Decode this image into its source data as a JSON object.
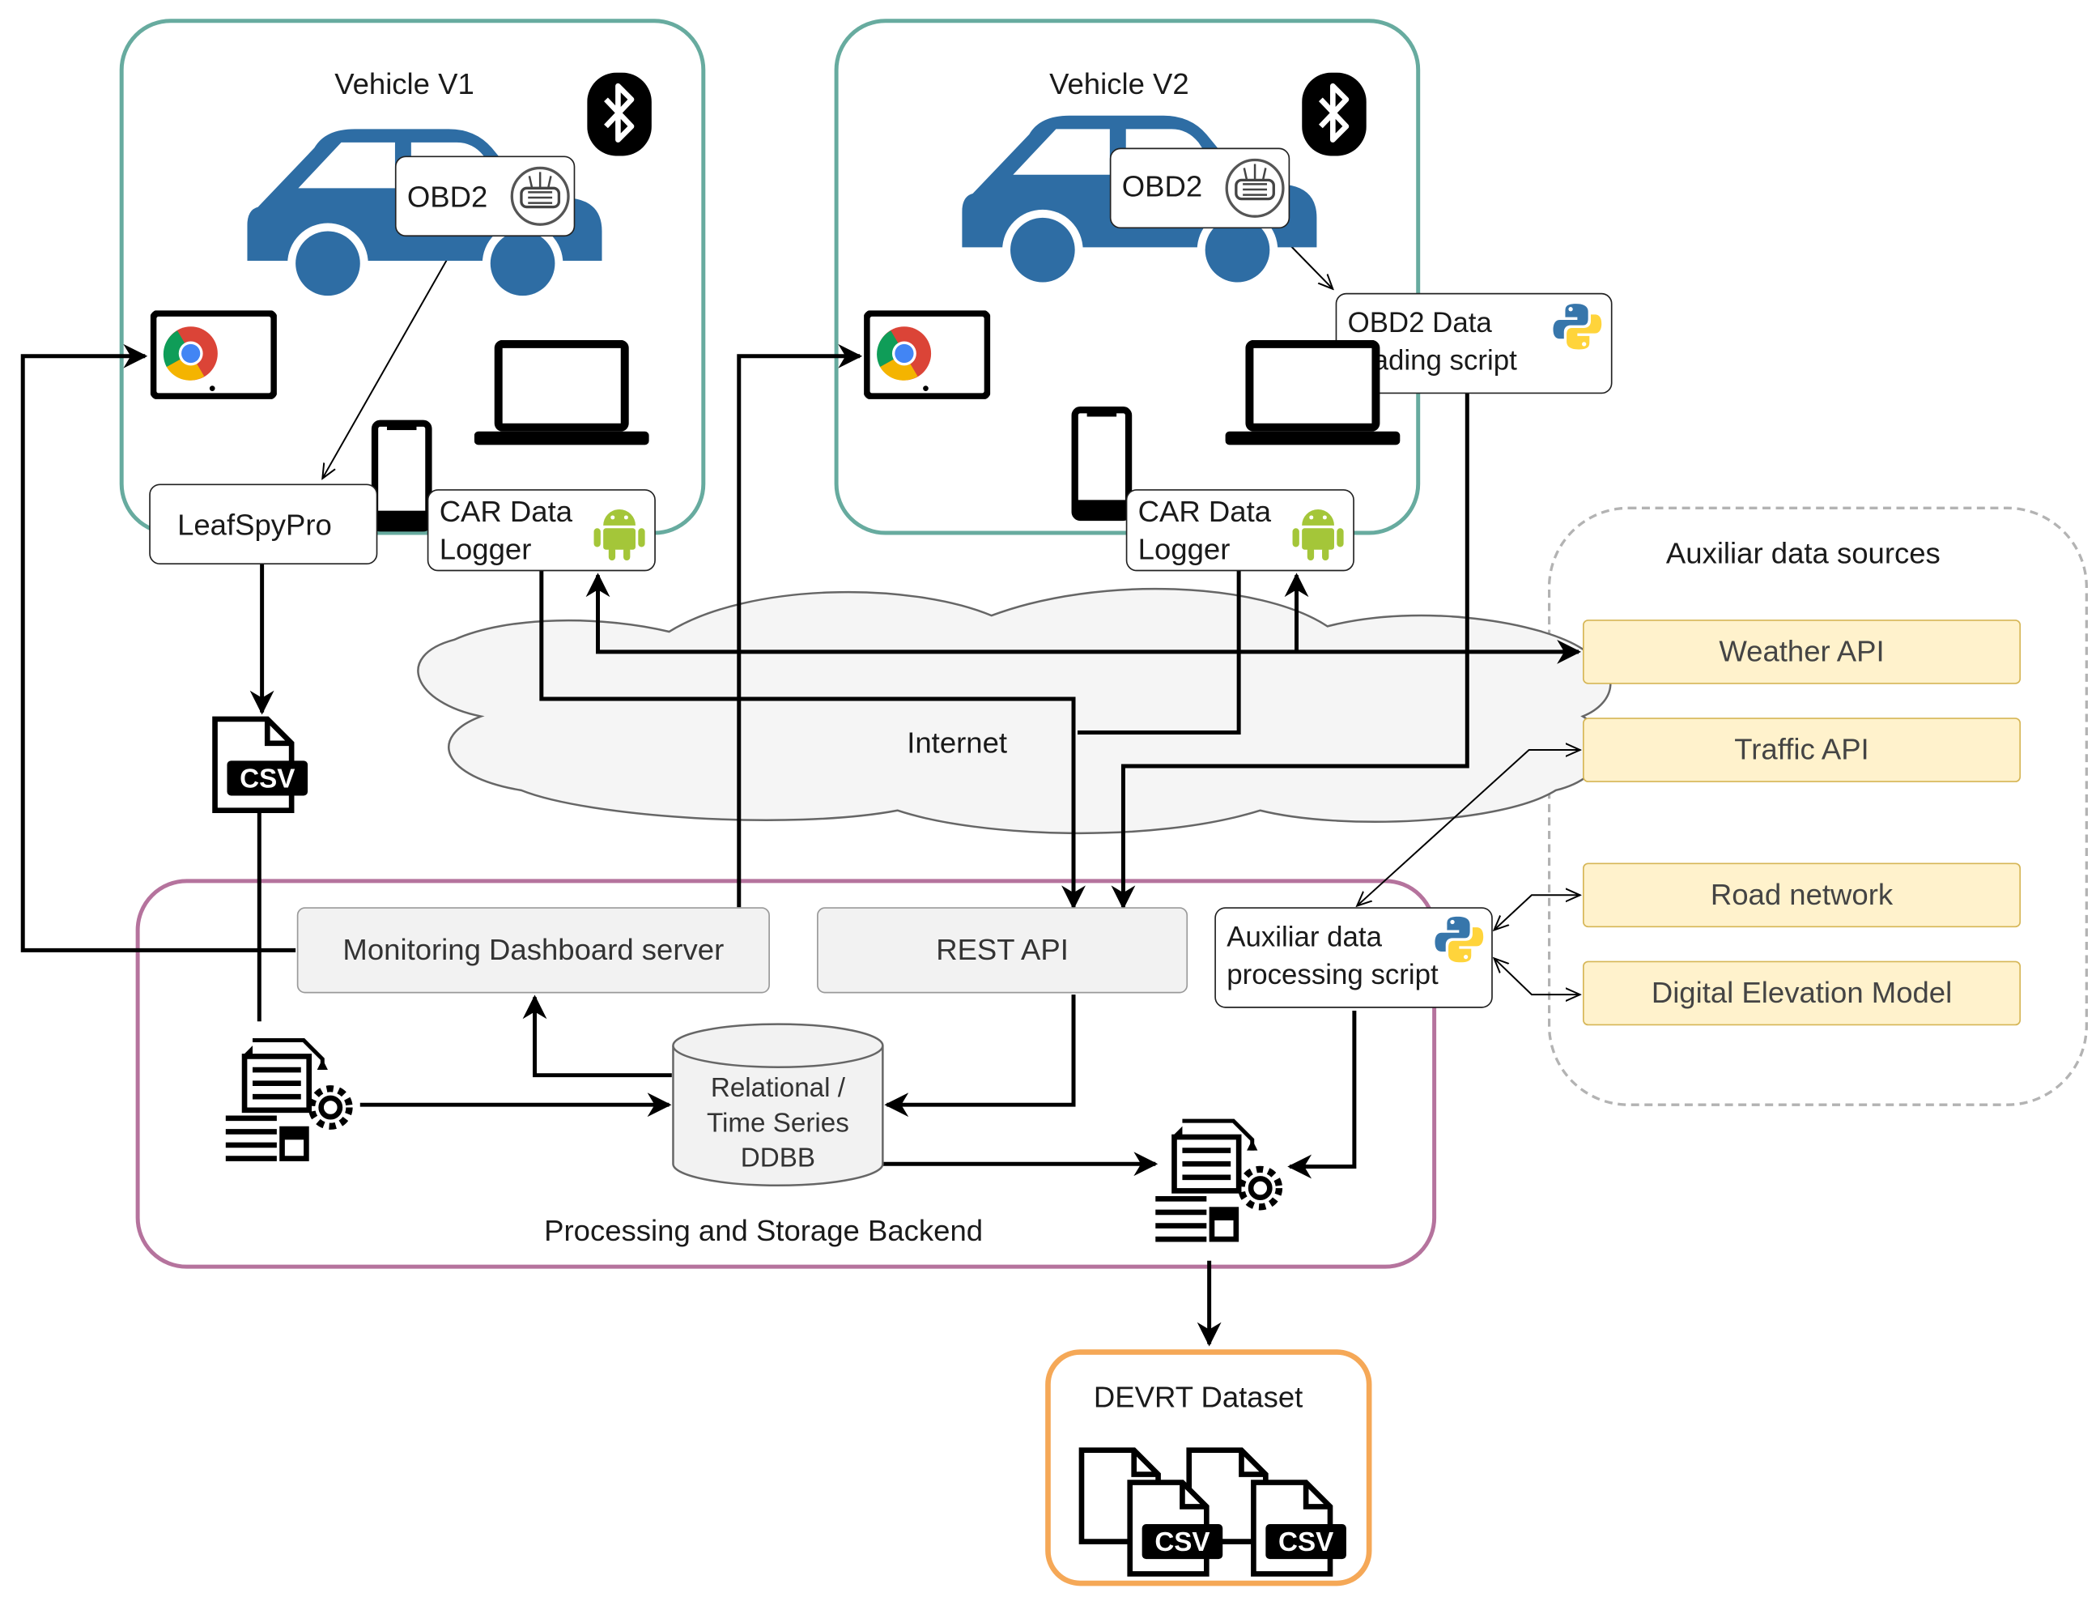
{
  "vehicle_v1": {
    "title": "Vehicle V1",
    "obd_label": "OBD2",
    "app_label": "LeafSpyPro",
    "logger_label": "CAR Data\nLogger"
  },
  "vehicle_v2": {
    "title": "Vehicle V2",
    "obd_label": "OBD2",
    "script_label": "OBD2 Data\nreading script",
    "logger_label": "CAR Data\nLogger"
  },
  "cloud": {
    "label": "Internet"
  },
  "backend": {
    "title": "Processing and Storage Backend",
    "dashboard_label": "Monitoring Dashboard server",
    "api_label": "REST API",
    "db_label": "Relational /\nTime Series\nDDBB",
    "aux_script_label": "Auxiliar data\nprocessing script"
  },
  "aux_sources": {
    "title": "Auxiliar data sources",
    "items": [
      "Weather API",
      "Traffic API",
      "Road network",
      "Digital Elevation Model"
    ]
  },
  "dataset": {
    "title": "DEVRT Dataset"
  },
  "csv_label": "CSV",
  "icons": [
    "bluetooth-icon",
    "car-icon",
    "obd-connector-icon",
    "tablet-chrome-icon",
    "laptop-icon",
    "phone-icon",
    "android-icon",
    "python-icon",
    "csv-file-icon",
    "etl-process-icon",
    "database-icon",
    "cloud-icon"
  ],
  "colors": {
    "vehicle_border": "#67ab9f",
    "backend_border": "#b5739d",
    "aux_border": "#b3b3b3",
    "dataset_border": "#f5a857",
    "car_blue": "#2e6da4",
    "aux_fill": "#fff2cc",
    "aux_stroke": "#d6b656",
    "android_green": "#a4c639"
  }
}
